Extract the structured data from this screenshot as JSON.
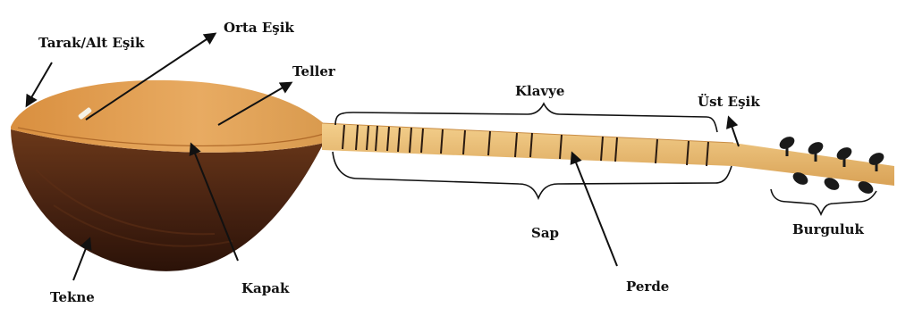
{
  "labels": {
    "tarak": "Tarak/Alt Eşik",
    "orta_esik": "Orta Eşik",
    "teller": "Teller",
    "klavye": "Klavye",
    "ust_esik": "Üst Eşik",
    "sap": "Sap",
    "burguluk": "Burguluk",
    "tekne": "Tekne",
    "kapak": "Kapak",
    "perde": "Perde"
  },
  "colors": {
    "background": "#ffffff",
    "soundboard": "#e2a257",
    "bowl": "#4a2412",
    "neck": "#eec27a",
    "fret": "#2a1a10",
    "peg": "#1a1a1a",
    "arrow": "#111111"
  }
}
